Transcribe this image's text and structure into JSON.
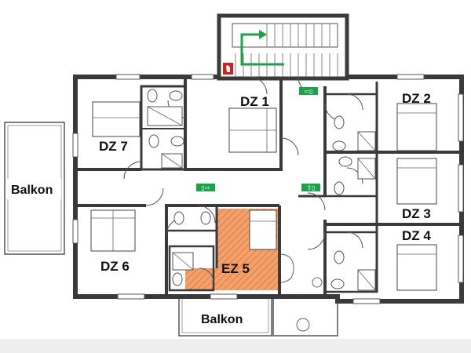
{
  "rooms": {
    "dz1": "DZ 1",
    "dz2": "DZ 2",
    "dz3": "DZ 3",
    "dz4": "DZ 4",
    "ez5": "EZ 5",
    "dz6": "DZ 6",
    "dz7": "DZ 7"
  },
  "balconies": {
    "west": "Balkon",
    "south": "Balkon"
  },
  "colors": {
    "highlight": "#f4a06a",
    "hatch": "#d9733a",
    "wall": "#3a3a3a",
    "exit_green": "#1aa34a",
    "fire_red": "#d11f1f",
    "background_strip": "#eeeeee"
  },
  "icons": {
    "emergency_exit": "emergency-exit-sign-icon",
    "escape_route": "escape-route-arrow-icon",
    "fire_extinguisher": "fire-extinguisher-icon"
  }
}
